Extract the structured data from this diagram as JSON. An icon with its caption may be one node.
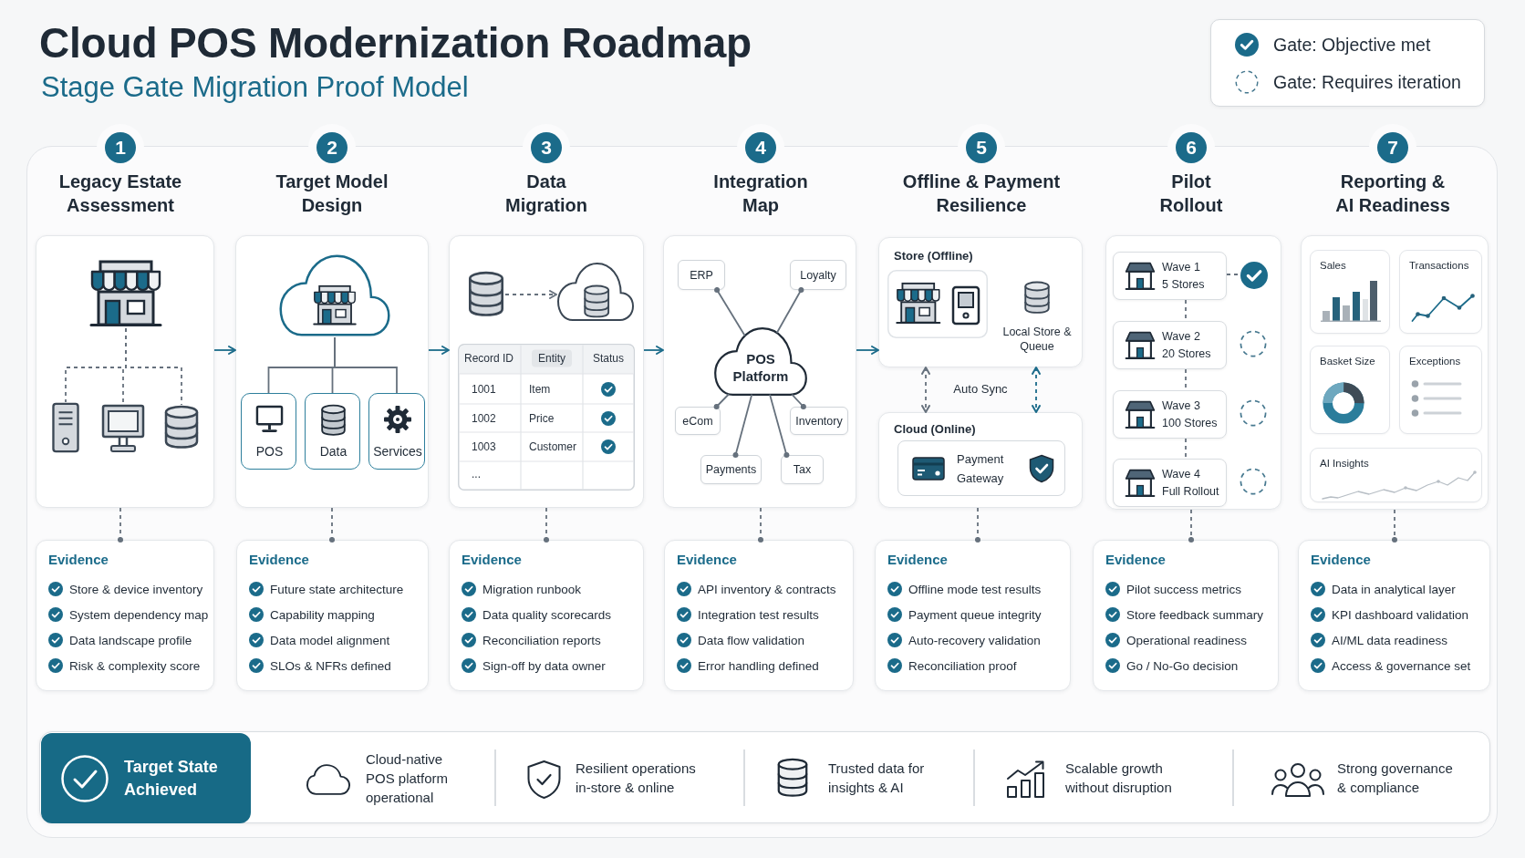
{
  "diagram": {
    "title": "Cloud POS Modernization Roadmap",
    "nodes": [
      {
        "text": [
          "1"
        ],
        "beside": [
          "Legacy Estate Assessment"
        ]
      },
      {
        "text": [],
        "shape": "box"
      },
      {
        "text": [],
        "shape": "picture",
        "in": 1
      },
      {
        "text": [],
        "shape": "picture",
        "in": 1
      },
      {
        "text": [],
        "shape": "picture",
        "in": 1
      },
      {
        "text": [],
        "shape": "cylinder",
        "in": 1
      },
      {
        "text": [
          "2"
        ],
        "beside": [
          "Target Model Design"
        ]
      },
      {
        "text": [],
        "shape": "box"
      },
      {
        "text": [],
        "shape": "cloud",
        "in": 7
      },
      {
        "text": [
          "POS"
        ],
        "in": 7
      },
      {
        "text": [
          "Data"
        ],
        "in": 7
      },
      {
        "text": [
          "Services"
        ],
        "in": 7
      },
      {
        "text": [
          "3"
        ],
        "beside": [
          "Data Migration"
        ]
      },
      {
        "text": [],
        "shape": "box"
      },
      {
        "text": [],
        "shape": "cylinder",
        "in": 13
      },
      {
        "text": [],
        "shape": "cloud",
        "in": 13
      },
      {
        "text": [
          "4"
        ],
        "beside": [
          "Integration Map"
        ]
      },
      {
        "text": [],
        "shape": "box"
      },
      {
        "text": [
          "ERP"
        ],
        "in": 17
      },
      {
        "text": [
          "Loyalty"
        ],
        "in": 17
      },
      {
        "text": [
          "POS Platform"
        ],
        "in": 17
      },
      {
        "text": [
          "eCom"
        ],
        "in": 17
      },
      {
        "text": [
          "Inventory"
        ],
        "in": 17
      },
      {
        "text": [
          "Payments"
        ],
        "in": 17
      },
      {
        "text": [
          "Tax"
        ],
        "in": 17
      },
      {
        "text": [
          "5"
        ],
        "beside": [
          "Offline & Payment Resilience"
        ]
      },
      {
        "text": [
          "Store (Offline)",
          "Local Store & Queue"
        ]
      },
      {
        "text": [
          "Cloud (Online)"
        ]
      },
      {
        "text": [
          "Payment Gateway"
        ],
        "in": 27
      },
      {
        "text": [
          "6"
        ],
        "beside": [
          "Pilot Rollout"
        ]
      },
      {
        "text": [],
        "shape": "box"
      },
      {
        "text": [
          "Wave 1",
          "5 Stores"
        ],
        "in": 30
      },
      {
        "text": [],
        "shape": "circle",
        "in": 30
      },
      {
        "text": [
          "Wave 2",
          "20 Stores"
        ],
        "in": 30
      },
      {
        "text": [
          "Wave 3",
          "100 Stores"
        ],
        "in": 30
      },
      {
        "text": [
          "Wave 4",
          "Full Rollout"
        ],
        "in": 30
      },
      {
        "text": [
          "7"
        ],
        "beside": [
          "Reporting & AI Readiness"
        ]
      },
      {
        "text": [],
        "shape": "box"
      },
      {
        "text": [
          "Sales"
        ],
        "in": 37
      },
      {
        "text": [
          "Transactions"
        ],
        "in": 37
      },
      {
        "text": [
          "Basket Size"
        ],
        "in": 37
      },
      {
        "text": [
          "Exceptions"
        ],
        "in": 37
      },
      {
        "text": [
          "AI Insights"
        ],
        "in": 37
      },
      {
        "text": [
          "Evidence",
          "Store & device inventory",
          "System dependency map",
          "Data landscape profile",
          "Risk & complexity score"
        ]
      },
      {
        "text": [
          "Evidence",
          "Future state architecture",
          "Capability mapping",
          "Data model alignment",
          "SLOs & NFRs defined"
        ]
      },
      {
        "text": [
          "Evidence",
          "Migration runbook",
          "Data quality scorecards",
          "Reconciliation reports",
          "Sign-off by data owner"
        ]
      },
      {
        "text": [
          "Evidence",
          "API inventory & contracts",
          "Integration test results",
          "Data flow validation",
          "Error handling defined"
        ]
      },
      {
        "text": [
          "Evidence",
          "Offline mode test results",
          "Payment queue integrity",
          "Auto-recovery validation",
          "Reconciliation proof"
        ]
      },
      {
        "text": [
          "Evidence",
          "Pilot success metrics",
          "Store feedback summary",
          "Operational readiness",
          "Go / No-Go decision"
        ]
      },
      {
        "text": [
          "Evidence",
          "Data in analytical layer",
          "KPI dashboard validation",
          "AI/ML data readiness",
          "Access & governance set"
        ]
      },
      {
        "text": [
          "Cloud-native POS platform operational",
          "Resilient operations in-store & online",
          "Trusted data for insights & AI",
          "Scalable growth without disruption",
          "Strong governance & compliance"
        ]
      },
      {
        "text": [
          "Target State Achieved"
        ],
        "in": 50
      }
    ],
    "edges": [
      {
        "from": 1,
        "to": 7,
        "arrow": "to",
        "color": "#1b6b8a"
      },
      {
        "from": 7,
        "to": 13,
        "arrow": "to",
        "color": "#1b6b8a"
      },
      {
        "from": 13,
        "to": 17,
        "arrow": "to",
        "color": "#1b6b8a"
      },
      {
        "from": 17,
        "to": 26,
        "arrow": "to",
        "color": "#1b6b8a"
      },
      {
        "from": 2,
        "to": 3,
        "arrow": "none",
        "style": "dashed"
      },
      {
        "from": 2,
        "to": 4,
        "arrow": "none",
        "style": "dashed"
      },
      {
        "from": 2,
        "to": 5,
        "arrow": "none",
        "style": "dashed"
      },
      {
        "from": 8,
        "to": 9,
        "arrow": "none"
      },
      {
        "from": 8,
        "to": 10,
        "arrow": "none"
      },
      {
        "from": 8,
        "to": 11,
        "arrow": "none"
      },
      {
        "from": 14,
        "to": 15,
        "arrow": "to",
        "style": "dashed"
      },
      {
        "from": 20,
        "to": 18,
        "arrow": "other"
      },
      {
        "from": 20,
        "to": 19,
        "arrow": "other"
      },
      {
        "from": 20,
        "to": 21,
        "arrow": "other"
      },
      {
        "from": 20,
        "to": 22,
        "arrow": "other"
      },
      {
        "from": 20,
        "to": 23,
        "arrow": "other"
      },
      {
        "from": 20,
        "to": 24,
        "arrow": "other"
      },
      {
        "from": 26,
        "to": 27,
        "arrow": "both",
        "style": "dashed"
      },
      {
        "from": 26,
        "to": 27,
        "arrow": "both",
        "style": "dashed",
        "color": "#1b6b8a"
      },
      {
        "from": 31,
        "to": 32,
        "arrow": "none",
        "style": "dashed"
      },
      {
        "from": 31,
        "to": 33,
        "arrow": "none",
        "style": "dashed"
      },
      {
        "from": 33,
        "to": 34,
        "arrow": "none",
        "style": "dashed"
      },
      {
        "from": 34,
        "to": 35,
        "arrow": "none",
        "style": "dashed"
      },
      {
        "from": 1,
        "to": 43,
        "arrow": "other",
        "style": "dashed"
      },
      {
        "from": 7,
        "to": 44,
        "arrow": "other",
        "style": "dashed"
      },
      {
        "from": 13,
        "to": 45,
        "arrow": "other",
        "style": "dashed"
      },
      {
        "from": 17,
        "to": 46,
        "arrow": "other",
        "style": "dashed"
      },
      {
        "from": 27,
        "to": 47,
        "arrow": "other",
        "style": "dashed"
      },
      {
        "from": 30,
        "to": 48,
        "arrow": "other",
        "style": "dashed"
      },
      {
        "from": 37,
        "to": 49,
        "arrow": "other",
        "style": "dashed"
      }
    ],
    "labels": [
      "Stage Gate Migration Proof Model",
      "Record ID",
      "Entity",
      "Status",
      "1001",
      "Item",
      "1002",
      "Price",
      "1003",
      "Customer",
      "...",
      "Auto Sync"
    ],
    "legend": [
      {
        "text": "Gate: Objective met"
      },
      {
        "text": "Gate: Requires iteration"
      }
    ]
  }
}
